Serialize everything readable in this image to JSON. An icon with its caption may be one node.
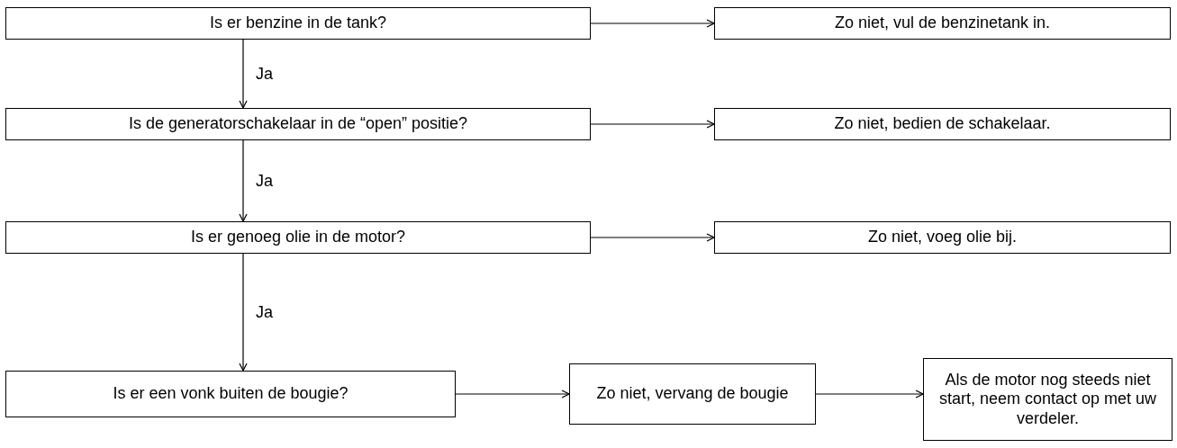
{
  "diagram": {
    "nodes": [
      {
        "text": [
          "Is er benzine in de tank?"
        ]
      },
      {
        "text": [
          "Zo niet, vul de benzinetank in."
        ]
      },
      {
        "text": [
          "Is de generatorschakelaar in de “open” positie?"
        ]
      },
      {
        "text": [
          "Zo niet, bedien de schakelaar."
        ]
      },
      {
        "text": [
          "Is er genoeg olie in de motor?"
        ]
      },
      {
        "text": [
          "Zo niet, voeg olie bij."
        ]
      },
      {
        "text": [
          "Is er een vonk buiten de bougie?"
        ]
      },
      {
        "text": [
          "Zo niet, vervang de bougie"
        ]
      },
      {
        "text": [
          "Als de motor nog steeds niet start, neem contact op met uw verdeler."
        ]
      }
    ],
    "edges": [
      {
        "from": 0,
        "to": 1,
        "arrow": "to"
      },
      {
        "from": 0,
        "to": 2,
        "arrow": "to",
        "label": "Ja"
      },
      {
        "from": 2,
        "to": 3,
        "arrow": "to"
      },
      {
        "from": 2,
        "to": 4,
        "arrow": "to",
        "label": "Ja"
      },
      {
        "from": 4,
        "to": 5,
        "arrow": "to"
      },
      {
        "from": 4,
        "to": 6,
        "arrow": "to",
        "label": "Ja"
      },
      {
        "from": 6,
        "to": 7,
        "arrow": "to"
      },
      {
        "from": 7,
        "to": 8,
        "arrow": "to"
      }
    ]
  }
}
